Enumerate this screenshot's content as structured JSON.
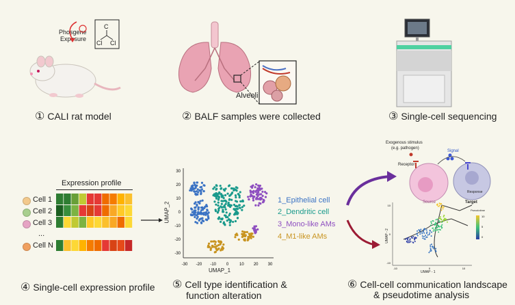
{
  "panel1": {
    "exposure_label_1": "Phosgene",
    "exposure_label_2": "Exposure",
    "molecule": {
      "c": "C",
      "cl_left": "Cl",
      "cl_right": "Cl"
    },
    "caption_num": "①",
    "caption": "CALI rat model"
  },
  "panel2": {
    "alveoli_label": "Alveoli",
    "caption_num": "②",
    "caption": "BALF samples were collected"
  },
  "panel3": {
    "caption_num": "③",
    "caption": "Single-cell sequencing"
  },
  "panel4": {
    "header": "Expression profile",
    "cells": [
      "Cell 1",
      "Cell 2",
      "Cell 3",
      "...",
      "Cell N"
    ],
    "cell_colors": [
      "#f3c98c",
      "#a8cf8e",
      "#e6a4c4",
      "#f0a060"
    ],
    "heatmap_rows": [
      [
        "#2e7d32",
        "#2e7d32",
        "#689f38",
        "#c0ca33",
        "#e53935",
        "#e53935",
        "#ef6c00",
        "#f57c00",
        "#ffb300",
        "#fbc02d"
      ],
      [
        "#1b5e20",
        "#388e3c",
        "#7cb342",
        "#e53935",
        "#d84315",
        "#e53935",
        "#ef6c00",
        "#f9a825",
        "#ffca28",
        "#fdd835"
      ],
      [
        "#2e7d32",
        "#fdd835",
        "#c0ca33",
        "#7cb342",
        "#ffca28",
        "#fdd835",
        "#fbc02d",
        "#f9a825",
        "#ef6c00",
        "#fdd835"
      ],
      [
        "#2e7d32",
        "#fbc02d",
        "#fdd835",
        "#ffb300",
        "#f57c00",
        "#ef6c00",
        "#e53935",
        "#d84315",
        "#e64a19",
        "#c62828"
      ]
    ],
    "caption_num": "④",
    "caption": "Single-cell expression profile"
  },
  "panel5": {
    "xlabel": "UMAP_1",
    "ylabel": "UMAP_2",
    "x_ticks": [
      "-30",
      "-20",
      "-10",
      "0",
      "10",
      "20",
      "30"
    ],
    "y_ticks": [
      "30",
      "20",
      "10",
      "0",
      "-10",
      "-20",
      "-30"
    ],
    "legend": [
      {
        "label": "1_Epithelial cell",
        "color": "#3b73c4"
      },
      {
        "label": "2_Dendritic cell",
        "color": "#1a9a8c"
      },
      {
        "label": "3_Mono-like AMs",
        "color": "#8e4fc0"
      },
      {
        "label": "4_M1-like AMs",
        "color": "#c89420"
      }
    ],
    "caption_num": "⑤",
    "caption_line1": "Cell type identification &",
    "caption_line2": "function alteration"
  },
  "panel6": {
    "stimulus_1": "Exogenous stimulus",
    "stimulus_2": "(e.g. pathogen)",
    "signal": "Signal",
    "receptor": "Receptor",
    "response": "Response",
    "source": "Source",
    "target": "Target",
    "traj_xlabel": "UMAP - 1",
    "traj_ylabel": "UMAP - 2",
    "traj_colorbar_title": "Pseudotime",
    "traj_ticks_x": [
      "-10",
      "0",
      "10"
    ],
    "traj_ticks_y": [
      "10",
      "0",
      "-10"
    ],
    "colorbar_ticks": [
      "10",
      "5",
      "0"
    ],
    "caption_num": "⑥",
    "caption_line1": "Cell-cell communication landscape",
    "caption_line2": "& pseudotime analysis"
  }
}
